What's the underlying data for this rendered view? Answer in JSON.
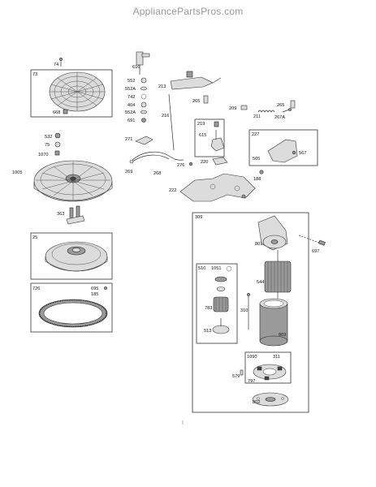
{
  "header": {
    "watermark": "AppliancePartsPros.com"
  },
  "parts": {
    "p74": "74",
    "p73": "73",
    "p668": "668",
    "p616": "616",
    "p552": "552",
    "p552a_1": "552A",
    "p742": "742",
    "p404": "404",
    "p552a_2": "552A",
    "p691": "691",
    "p216": "216",
    "p213": "213",
    "p265_a": "265",
    "p209": "209",
    "p211": "211",
    "p265_b": "265",
    "p267a": "267A",
    "p532": "532",
    "p75": "75",
    "p1070": "1070",
    "p271": "271",
    "p269": "269",
    "p268": "268",
    "p219": "219",
    "p615": "615",
    "p220": "220",
    "p276": "276",
    "p227": "227",
    "p505": "505",
    "p567": "567",
    "p188": "188",
    "p1005": "1005",
    "p222": "222",
    "p363": "363",
    "p25": "25",
    "p726": "726",
    "p695": "695",
    "p185": "185",
    "p309": "309",
    "p801": "801",
    "p697": "697",
    "p510": "510",
    "p1051": "1051",
    "p544": "544",
    "p783": "783",
    "p310": "310",
    "p513": "513",
    "p803": "803",
    "p1090": "1090",
    "p311": "311",
    "p579": "579",
    "p797": "797",
    "p802": "802"
  }
}
